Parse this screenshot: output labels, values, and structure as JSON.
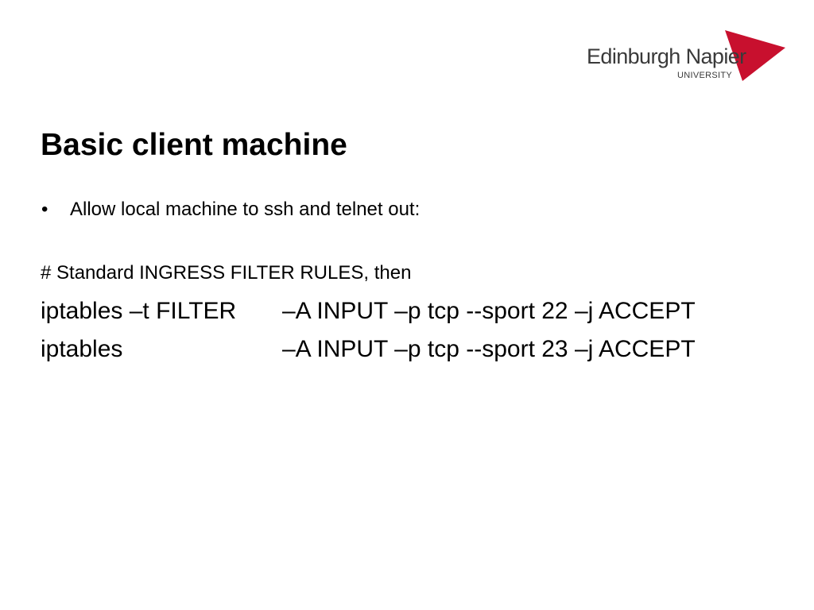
{
  "logo": {
    "name": "Edinburgh Napier",
    "subtitle": "UNIVERSITY",
    "accent_color": "#c8102e",
    "icon": "red-triangle-flag-icon"
  },
  "slide": {
    "title": "Basic client machine",
    "bullets": [
      "Allow local machine to ssh and telnet out:"
    ],
    "comment": "# Standard INGRESS FILTER RULES, then",
    "commands": [
      {
        "command": "iptables –t FILTER",
        "args": "–A INPUT –p tcp --sport 22 –j ACCEPT"
      },
      {
        "command": "iptables",
        "args": "–A INPUT –p tcp --sport 23 –j ACCEPT"
      }
    ]
  }
}
